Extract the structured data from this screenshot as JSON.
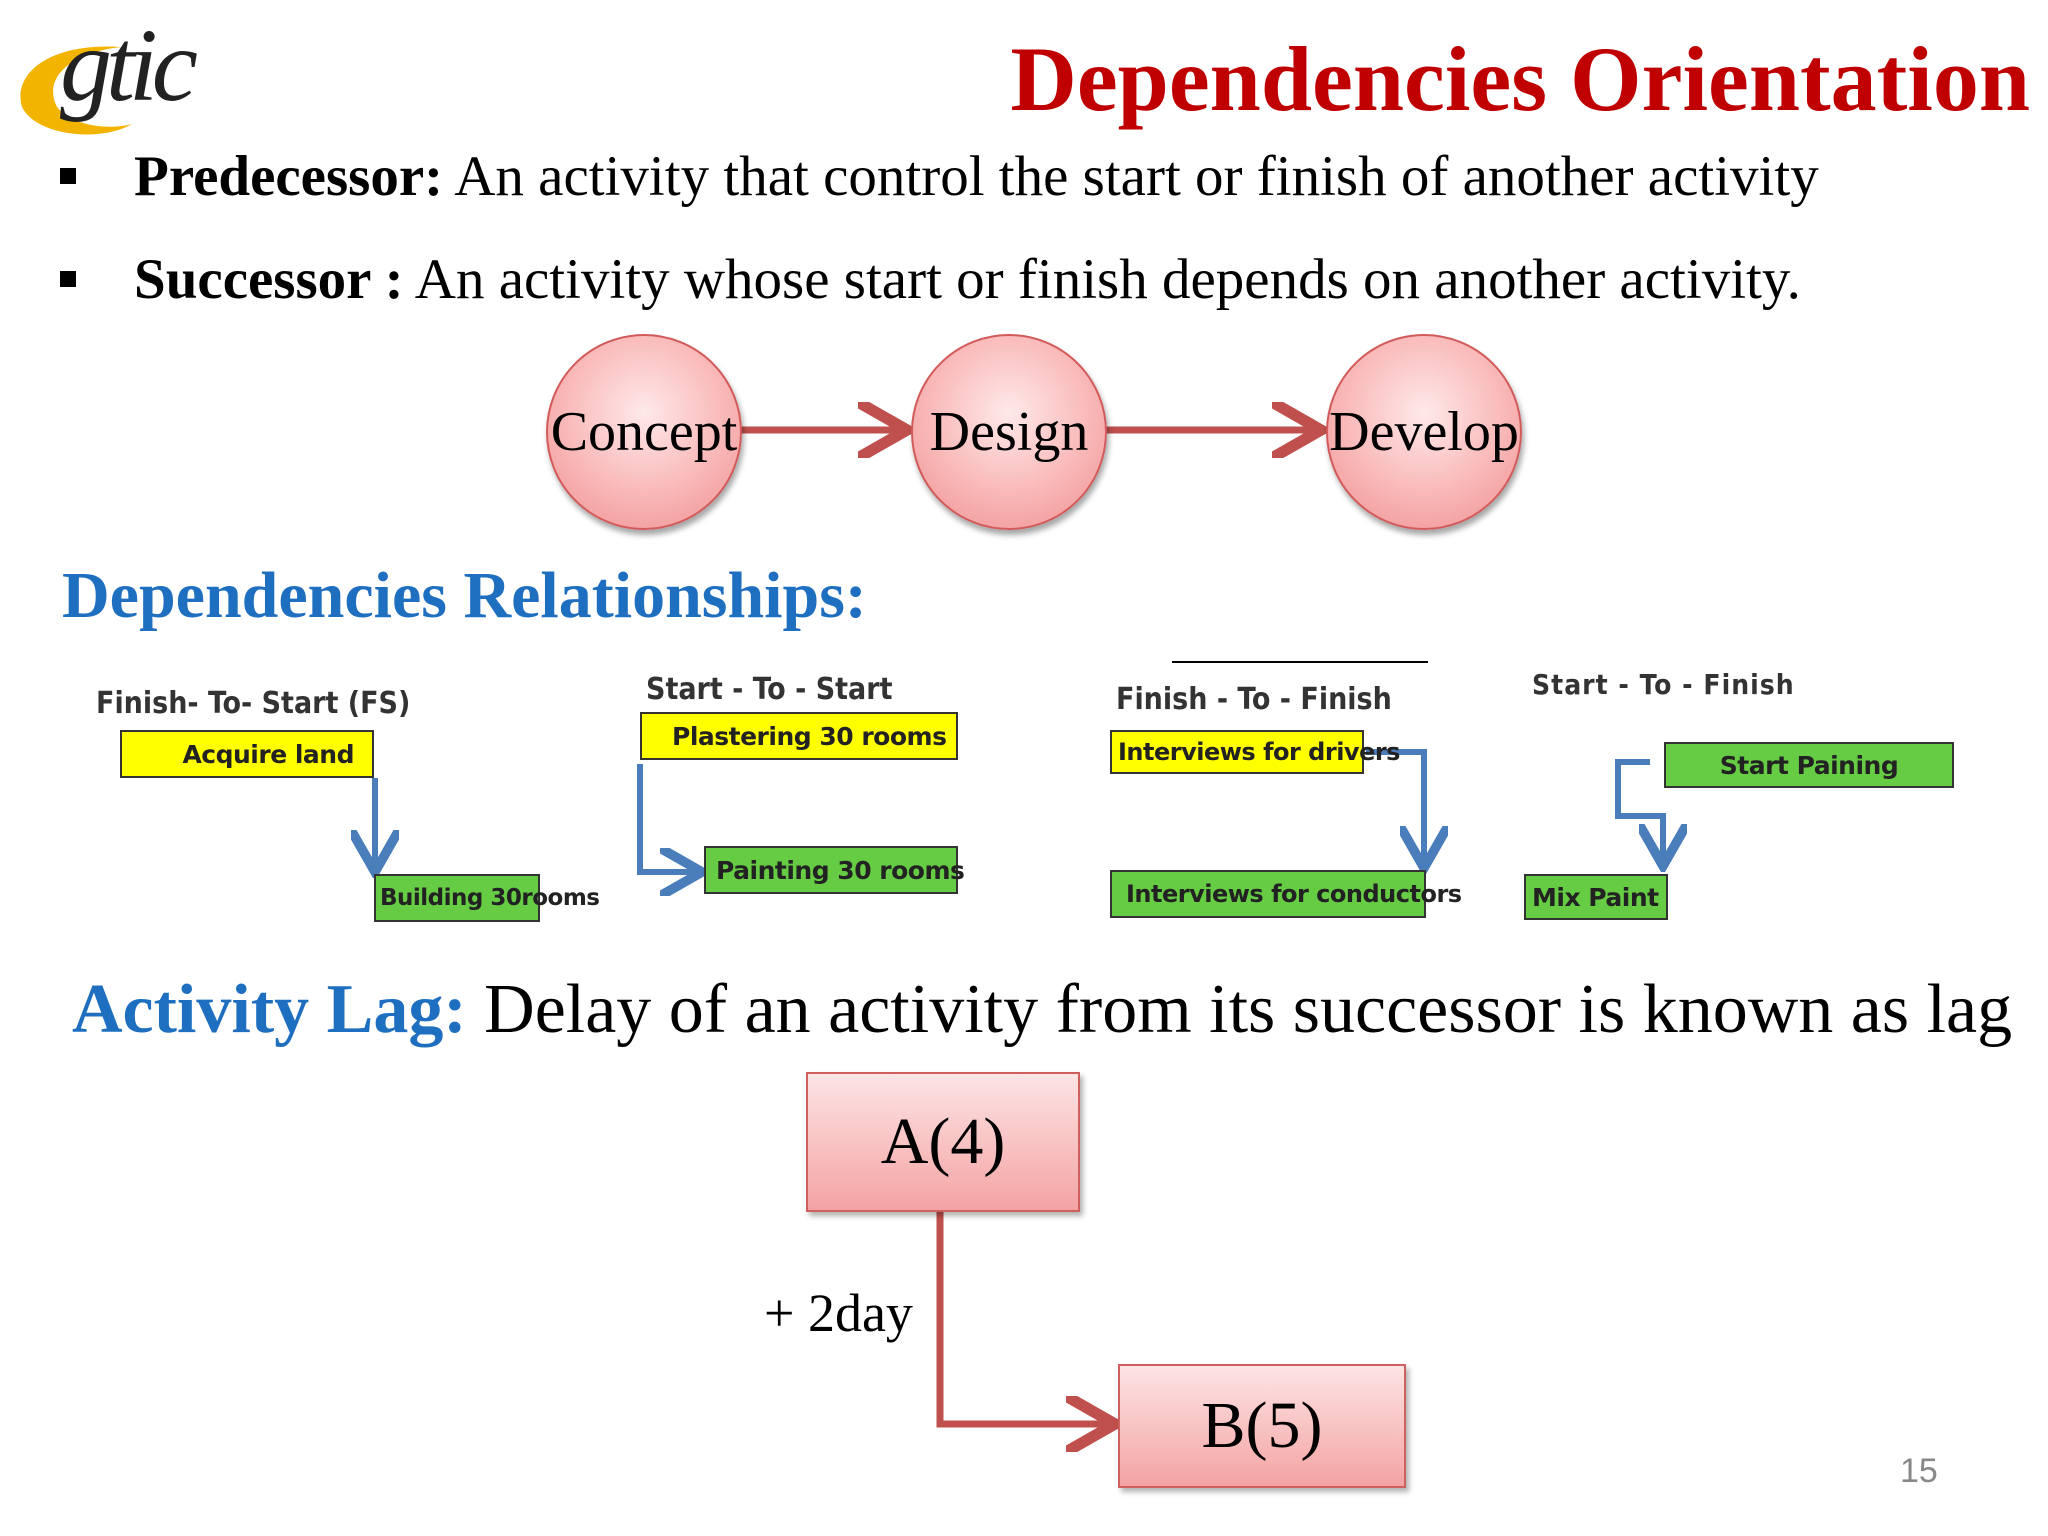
{
  "logo": {
    "text": "gtic"
  },
  "title": "Dependencies Orientation",
  "bullets": [
    {
      "term": "Predecessor:",
      "text": " An activity that control the start or finish of another activity"
    },
    {
      "term": "Successor :",
      "text": " An activity whose start or finish depends on another activity."
    }
  ],
  "flow": {
    "nodes": [
      "Concept",
      "Design",
      "Develop"
    ]
  },
  "relationships_heading": "Dependencies Relationships:",
  "relationships": [
    {
      "title": "Finish- To- Start (FS)",
      "from": "Acquire land",
      "to": "Building 30rooms"
    },
    {
      "title": "Start - To - Start",
      "from": "Plastering 30 rooms",
      "to": "Painting 30 rooms"
    },
    {
      "title": "Finish - To - Finish",
      "from": "Interviews for drivers",
      "to": "Interviews for conductors"
    },
    {
      "title": "Start - To - Finish",
      "from": "Start Paining",
      "to": "Mix Paint"
    }
  ],
  "lag": {
    "label": "Activity Lag:",
    "text": " Delay of an activity from its successor is known as lag",
    "node_a": "A(4)",
    "node_b": "B(5)",
    "lag_text": "+ 2day"
  },
  "page_number": "15",
  "colors": {
    "title": "#c00000",
    "heading_blue": "#1f6fc1",
    "arrow_red": "#c0504d",
    "arrow_blue": "#4a7ebb",
    "yellow_bar": "#ffff00",
    "green_bar": "#66cc44"
  }
}
